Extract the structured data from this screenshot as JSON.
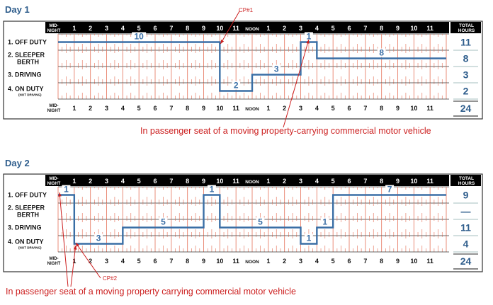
{
  "hour_labels": [
    "MID-\nNIGHT",
    "1",
    "2",
    "3",
    "4",
    "5",
    "6",
    "7",
    "8",
    "9",
    "10",
    "11",
    "NOON",
    "1",
    "2",
    "3",
    "4",
    "5",
    "6",
    "7",
    "8",
    "9",
    "10",
    "11"
  ],
  "total_hours_header": "TOTAL\nHOURS",
  "status_rows": [
    {
      "label": "1. OFF DUTY"
    },
    {
      "label": "2. SLEEPER\nBERTH"
    },
    {
      "label": "3. DRIVING"
    },
    {
      "label": "4. ON DUTY",
      "sublabel": "(NOT DRIVING)"
    }
  ],
  "colors": {
    "grid_tick": "#e8806a",
    "line": "#3a6ea5",
    "header_bg": "#000000",
    "caption": "#cc1f1f",
    "totals": "#2e5d8c"
  },
  "days": [
    {
      "title": "Day 1",
      "duty_changes": [
        {
          "status": 1,
          "from_hour": 0,
          "to_hour": 10,
          "label": "10"
        },
        {
          "status": 4,
          "from_hour": 10,
          "to_hour": 12,
          "label": "2"
        },
        {
          "status": 3,
          "from_hour": 12,
          "to_hour": 15,
          "label": "3"
        },
        {
          "status": 1,
          "from_hour": 15,
          "to_hour": 16,
          "label": "1"
        },
        {
          "status": 2,
          "from_hour": 16,
          "to_hour": 24,
          "label": "8"
        }
      ],
      "totals": [
        "11",
        "8",
        "3",
        "2"
      ],
      "grand_total": "24",
      "checkpoint": {
        "label": "CP#1",
        "hour": 10
      },
      "caption": "In passenger seat of a moving property-carrying commercial motor vehicle"
    },
    {
      "title": "Day 2",
      "duty_changes": [
        {
          "status": 1,
          "from_hour": 0,
          "to_hour": 1,
          "label": "1"
        },
        {
          "status": 4,
          "from_hour": 1,
          "to_hour": 4,
          "label": "3"
        },
        {
          "status": 3,
          "from_hour": 4,
          "to_hour": 9,
          "label": "5"
        },
        {
          "status": 1,
          "from_hour": 9,
          "to_hour": 10,
          "label": "1"
        },
        {
          "status": 3,
          "from_hour": 10,
          "to_hour": 15,
          "label": "5"
        },
        {
          "status": 4,
          "from_hour": 15,
          "to_hour": 16,
          "label": "1"
        },
        {
          "status": 3,
          "from_hour": 16,
          "to_hour": 17,
          "label": "1"
        },
        {
          "status": 1,
          "from_hour": 17,
          "to_hour": 24,
          "label": "7"
        }
      ],
      "totals": [
        "9",
        "—",
        "11",
        "4"
      ],
      "grand_total": "24",
      "checkpoint": {
        "label": "CP#2",
        "hour": 1
      },
      "caption": "In passenger seat of a moving property carrying commercial motor vehicle"
    }
  ]
}
